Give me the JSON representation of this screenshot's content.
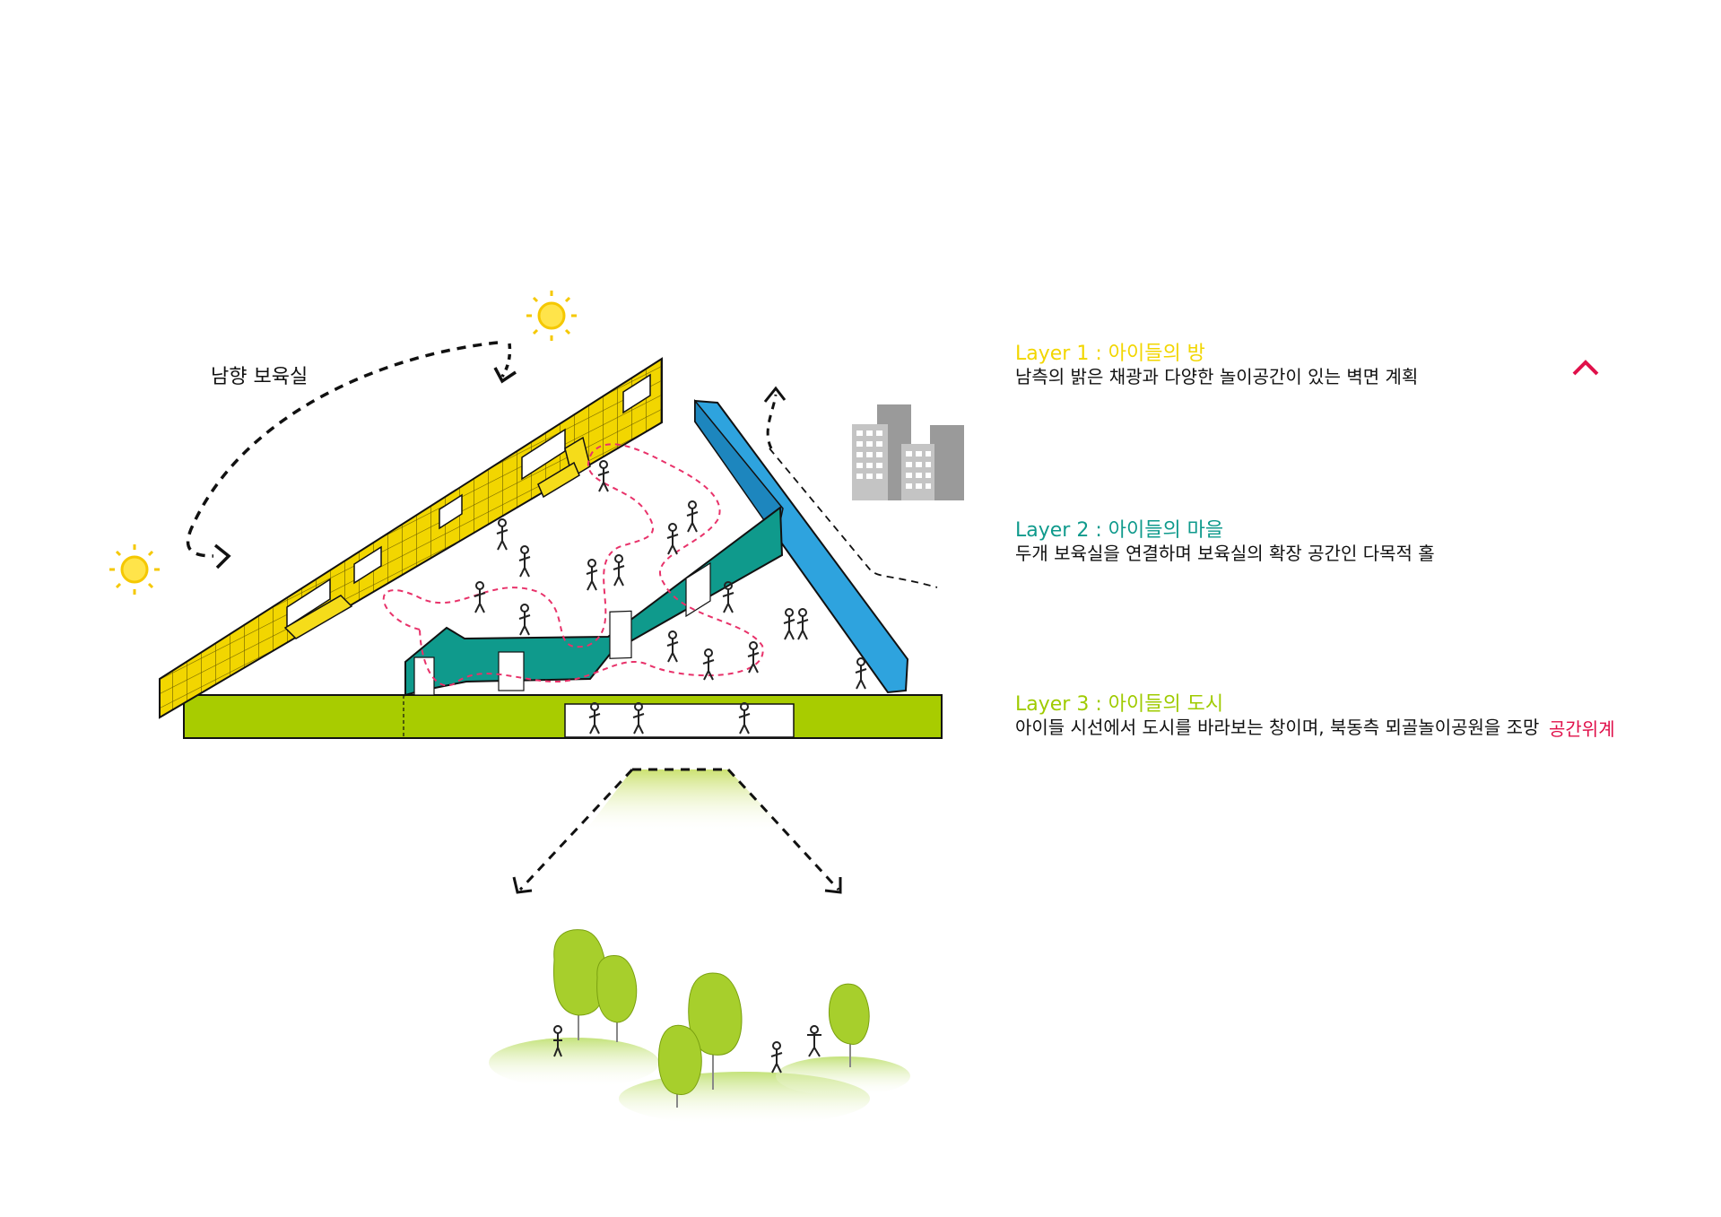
{
  "diagram": {
    "labels": {
      "south_rooms": "남향 보육실",
      "hierarchy": "공간위계"
    },
    "layers": [
      {
        "title": "Layer 1 : 아이들의 방",
        "desc": "남측의 밝은 채광과 다양한 놀이공간이 있는 벽면 계획",
        "color": "#f2d600"
      },
      {
        "title": "Layer 2 : 아이들의 마을",
        "desc": "두개 보육실을 연결하며 보육실의 확장 공간인 다목적 홀",
        "color": "#0f9a8c"
      },
      {
        "title": "Layer 3 : 아이들의 도시",
        "desc": "아이들 시선에서 도시를 바라보는 창이며, 북동측 뫼골놀이공원을 조망",
        "color": "#9fcb00"
      }
    ],
    "colors": {
      "yellow_wall": "#f2d600",
      "teal_wall": "#0f9a8c",
      "blue_wall": "#2ea3de",
      "green_base": "#a8cc00",
      "path": "#e8326a",
      "hierarchy_arrow": "#e0104a",
      "building_dark": "#9a9a9a",
      "building_light": "#c4c4c4",
      "tree": "#a7cf2c",
      "sun": "#f5d200"
    },
    "icons": [
      "sun-icon",
      "sun-icon",
      "building-icon",
      "tree-icon",
      "person-icon"
    ]
  }
}
